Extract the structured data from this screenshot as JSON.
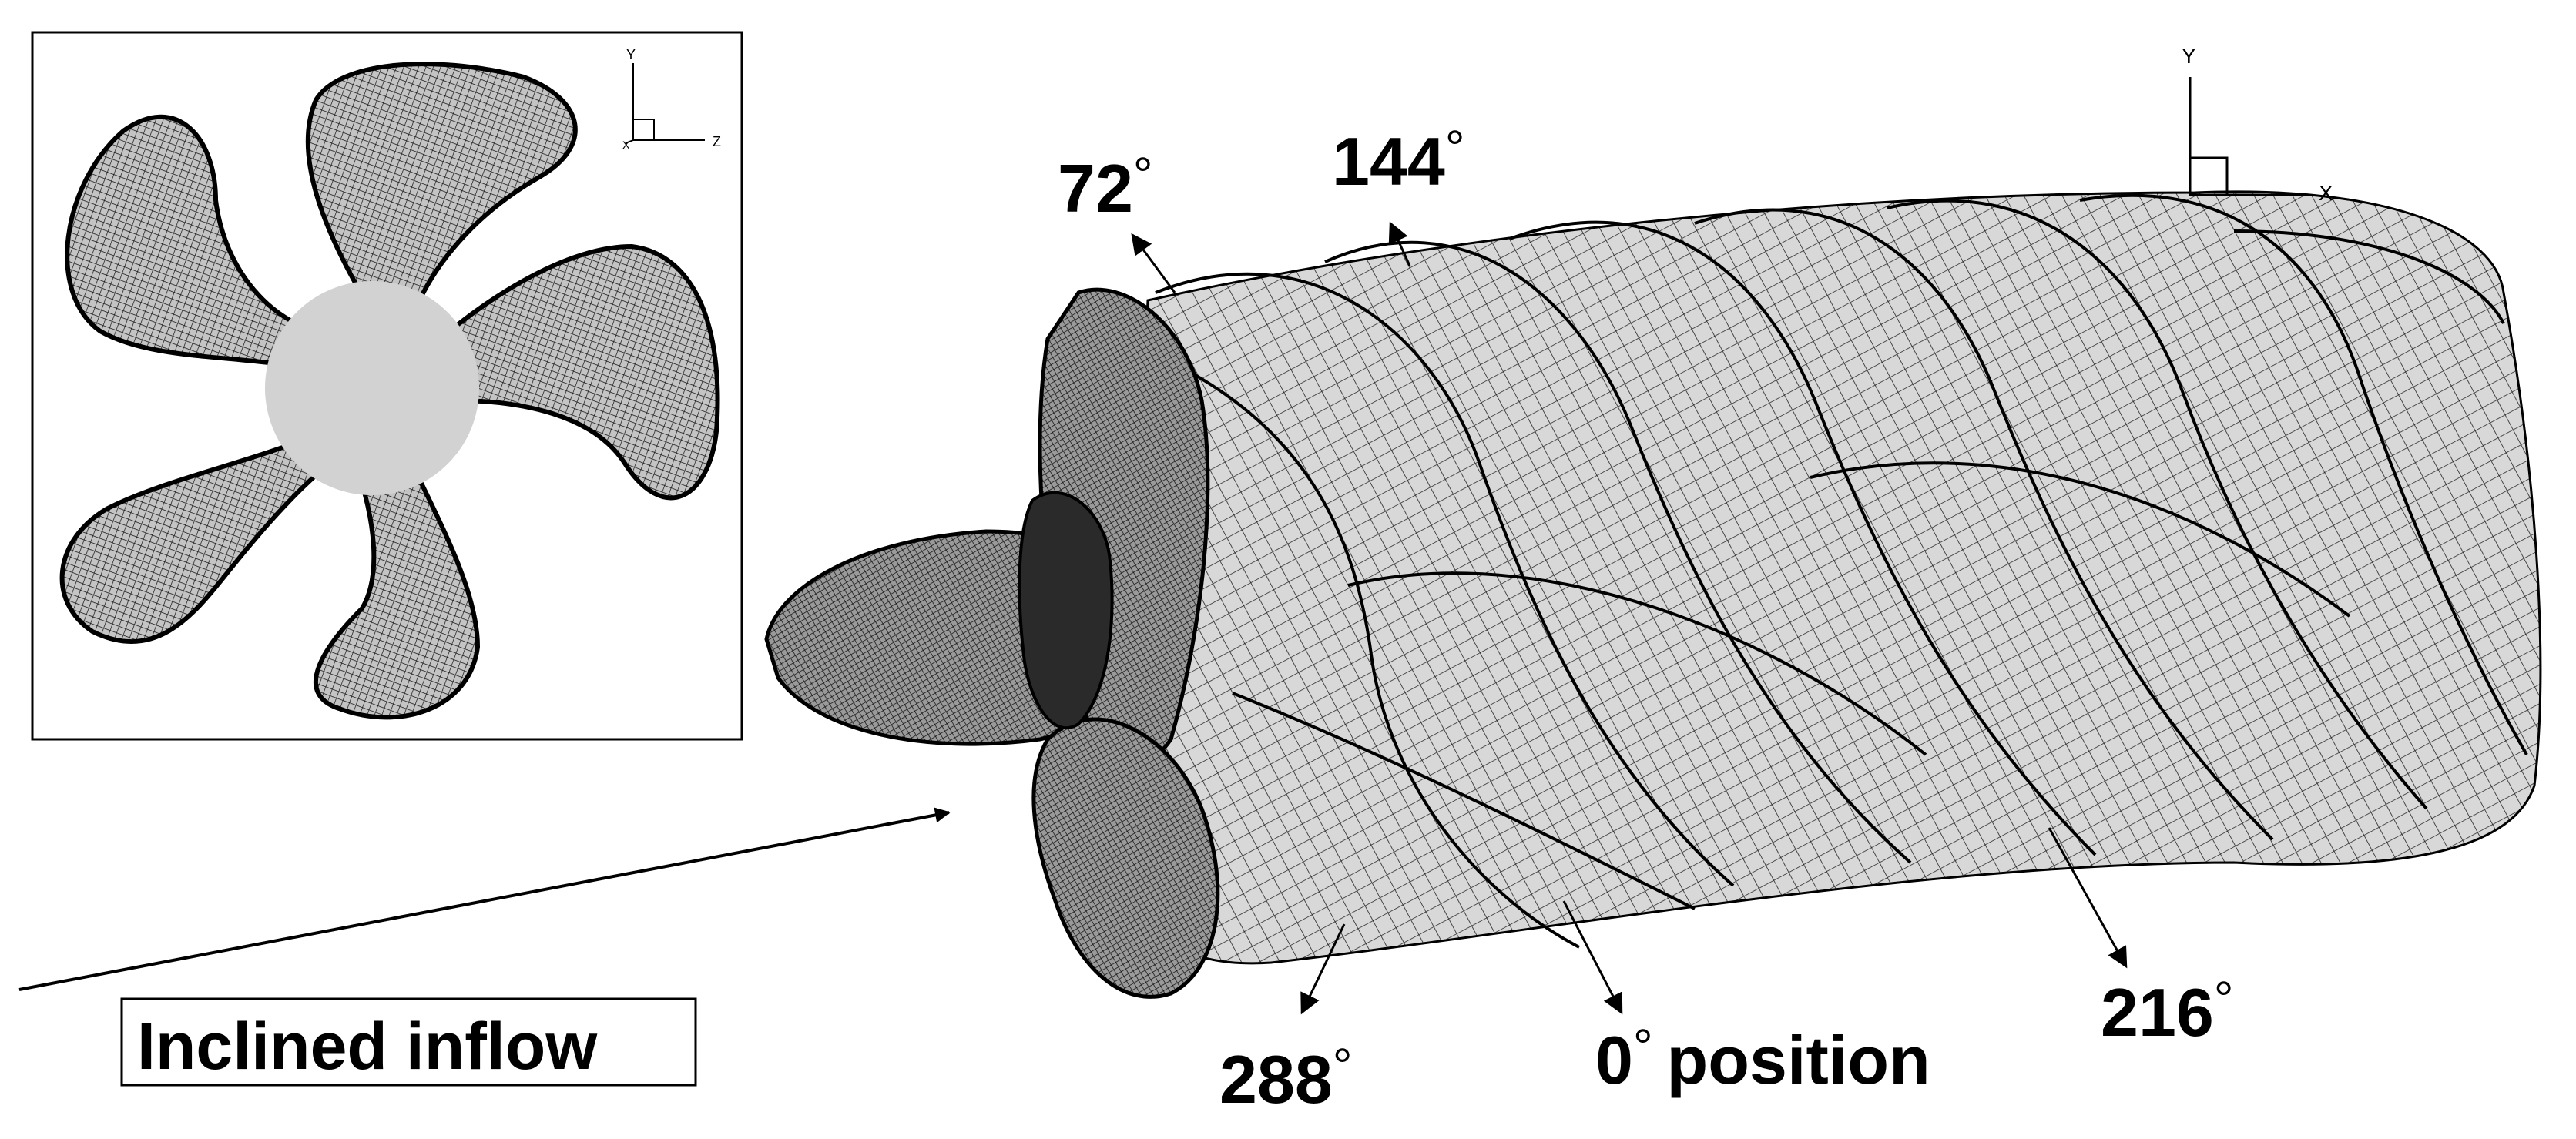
{
  "inset": {
    "axes": {
      "y": "Y",
      "z": "Z",
      "x": "X"
    }
  },
  "main": {
    "axes": {
      "y": "Y",
      "x": "X"
    },
    "blade_labels": {
      "deg_72": "72",
      "deg_144": "144",
      "deg_216": "216",
      "deg_288": "288",
      "deg_0": "0",
      "position_word": "position"
    },
    "degree_symbol": "°",
    "inflow_label": "Inclined inflow"
  },
  "colors": {
    "surface_fill": "#d8d8d8",
    "hub_fill": "#d2d2d2",
    "mesh_line": "#000000",
    "blade_dark": "#3a3a3a"
  }
}
